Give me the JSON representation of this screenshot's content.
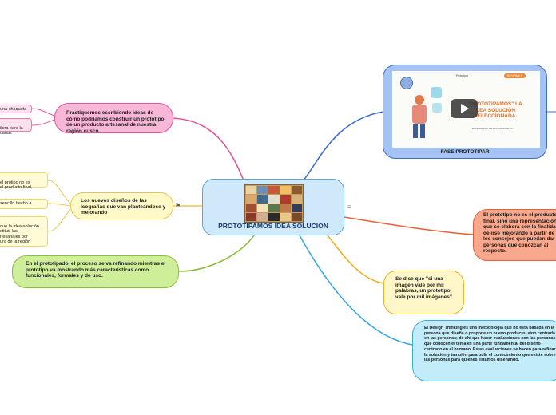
{
  "central": {
    "title": "PROTOTIPAMOS IDEA SOLUCION"
  },
  "topics": {
    "pink": "Practiquemos escribiendo ideas de cómo podríamos construir un prototipo de un producto artesanal de nuestra región cusco.",
    "yellow": "Los nuevos diseños de las Icografías que van planteándose y mejorando",
    "green": "En el prototipado, el proceso se va refinando mientras el prototipo va mostrando más características como funcionales, formales y de uso.",
    "blue_label": "FASE PROTOTIPAR",
    "red": "El prototipo no es el producto final, sino una representación que se elabora con la finalidad de irse mejorando a partir de los consejos que puedan dar personas que conozcan al respecto.",
    "orange": "Se dice que \"si una imagen vale por mil palabras, un prototipo vale por mil imágenes\".",
    "cyan": "El Design Thinking es una metodología que no está basada en la persona que diseña o propone un nuevo producto, sino centrada en las personas; de ahí que hacer evaluaciones con las personas que conocen el tema es una parte fundamental del diseño centrado en el humano. Estas evaluaciones se hacen para refinar la solución y también para pulir el conocimiento que existe sobre las personas para quienes estamos diseñando."
  },
  "leaves": {
    "pink_1": "una chaqueta",
    "pink_2": "ilera para la\ncanas",
    "yellow_1": "el protipo no es\nel producto final",
    "yellow_2": "sencillo hecho a",
    "yellow_3": "que la idea-solución\nstituir las\nrtesanales por\nura  de la región"
  },
  "video": {
    "line1": "Prototipar",
    "line2": "\"PROTOTIPAMOS\" LA\nIDEA SOLUCIÓN\nSELECCIONADA",
    "line3": "EXPERIENCIA DE APRENDIZAJE 14",
    "button": "INFORME 5"
  },
  "colors": {
    "pink": "#e2569a",
    "yellow": "#e8c84a",
    "green": "#8dbf3a",
    "blue": "#3f6ec9",
    "red": "#e8603a",
    "orange": "#f0b020",
    "cyan": "#39a9dd"
  }
}
